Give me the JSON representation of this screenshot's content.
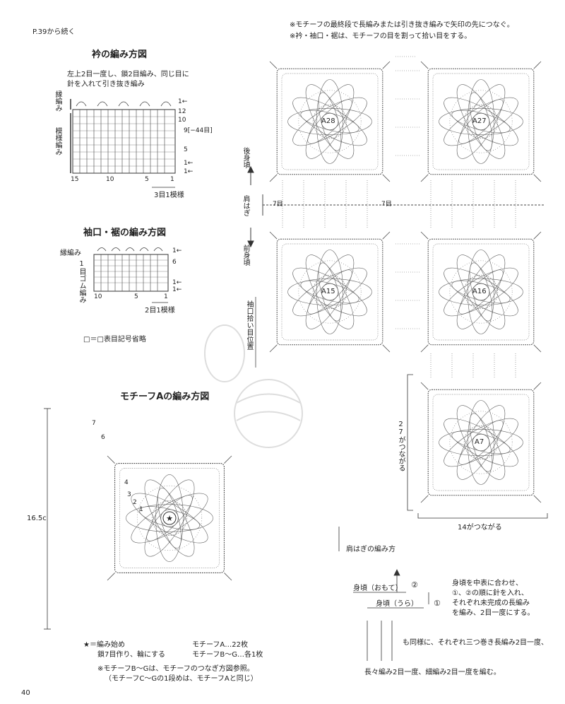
{
  "header": {
    "continued": "P.39から続く",
    "note1": "※モチーフの最終段で長編みまたは引き抜き編みで矢印の先につなぐ。",
    "note2": "※衿・袖口・裾は、モチーフの目を割って拾い目をする。"
  },
  "collar": {
    "title": "衿の編み方図",
    "instruction_line1": "左上2目一度し、鎖2目編み、同じ目に",
    "instruction_line2": "針を入れて引き抜き編み",
    "edge_label": "縁編み",
    "pattern_label": "模様編み",
    "row_labels": [
      "1←",
      "12",
      "10",
      "9[−44目]",
      "5",
      "1←",
      "1←"
    ],
    "col_labels": [
      "15",
      "10",
      "5",
      "1"
    ],
    "repeat_label": "3目1模様"
  },
  "cuff": {
    "title": "袖口・裾の編み方図",
    "edge_label": "縁編み",
    "rib_label": "1目ゴム編み",
    "row_labels": [
      "1←",
      "6",
      "1←",
      "1←"
    ],
    "col_labels": [
      "10",
      "5",
      "1"
    ],
    "repeat_label": "2目1模様",
    "symbol_note": "□＝□表目記号省略"
  },
  "motif": {
    "title": "モチーフAの編み方図",
    "size_label": "16.5c",
    "round_numbers": [
      "7",
      "6",
      "4",
      "3",
      "2",
      "1"
    ],
    "start_note": "★＝編み始め",
    "start_note2": "鎖7目作り、輪にする",
    "count_a": "モチーフA…22枚",
    "count_b": "モチーフB〜G…各1枚",
    "note3": "※モチーフB〜Gは、モチーフのつなぎ方図参照。",
    "note4": "（モチーフC〜Gの1段めは、モチーフAと同じ）"
  },
  "assembly": {
    "motifs": [
      "A28",
      "A27",
      "A15",
      "A16",
      "A7"
    ],
    "back_label": "後身頃",
    "shoulder_label": "肩はぎ",
    "front_label": "前身頃",
    "pickup_label": "袖口拾い目位置",
    "shoulder_stitch_left": "7目",
    "shoulder_stitch_right": "7目",
    "vertical_count": "27がつながる",
    "horizontal_count": "14がつながる"
  },
  "shoulder_seam": {
    "title": "肩はぎの編み方",
    "front_label": "身頃（おもて）",
    "back_label": "身頃（うら）",
    "num1": "①",
    "num2": "②",
    "desc1": "身頃を中表に合わせ、",
    "desc2": "①、②の順に針を入れ、",
    "desc3": "それぞれ未完成の長編み",
    "desc4": "を編み、2目一度にする。",
    "bottom1": "も同様に、それぞれ三つ巻き長編み2目一度、",
    "bottom2": "長々編み2目一度、細編み2目一度を編む。"
  },
  "page_number": "40"
}
